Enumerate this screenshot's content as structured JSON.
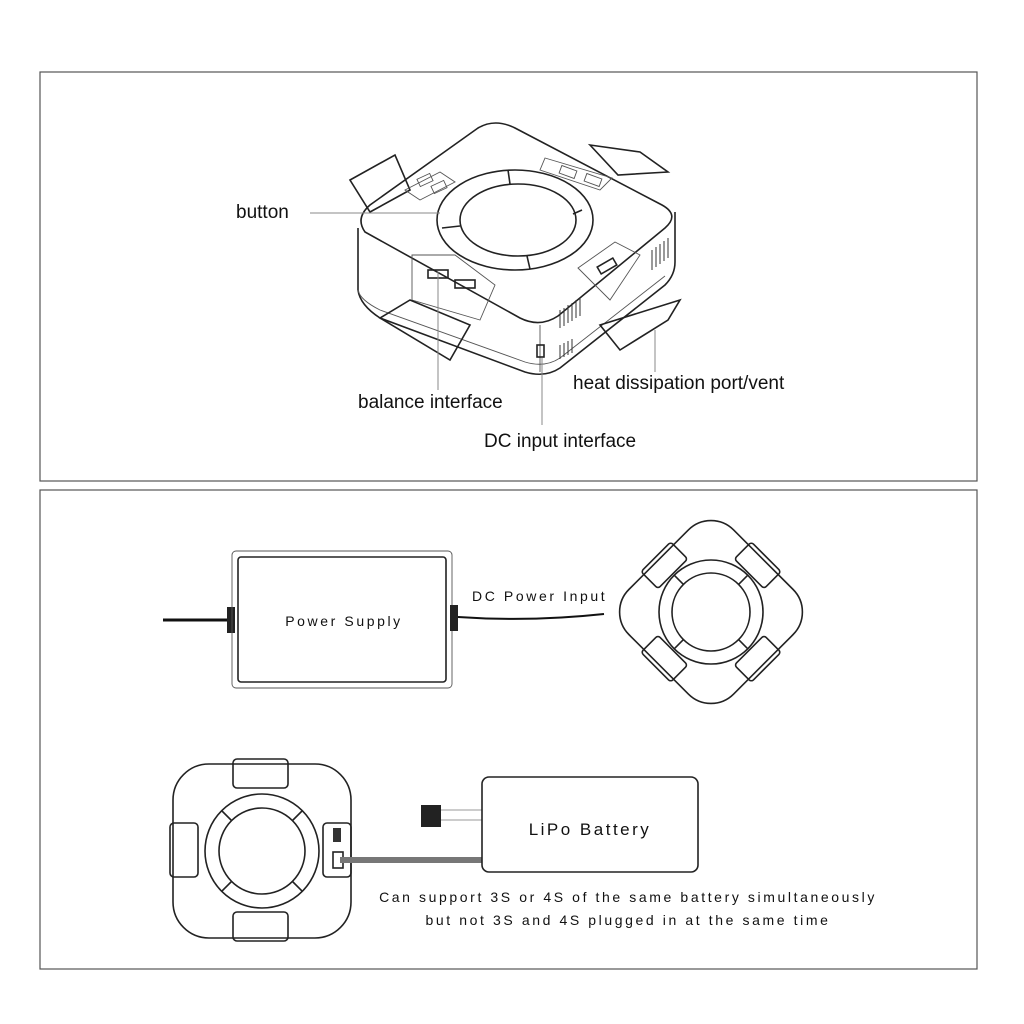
{
  "top_panel": {
    "labels": {
      "button": "button",
      "balance_interface": "balance interface",
      "dc_input_interface": "DC input interface",
      "heat_vent": "heat dissipation port/vent"
    }
  },
  "bottom_panel": {
    "power_supply": "Power Supply",
    "dc_power_input": "DC Power Input",
    "lipo_battery": "LiPo Battery",
    "note_line1": "Can support 3S or 4S of the same battery simultaneously",
    "note_line2": "but not 3S and 4S plugged in at the same time"
  }
}
